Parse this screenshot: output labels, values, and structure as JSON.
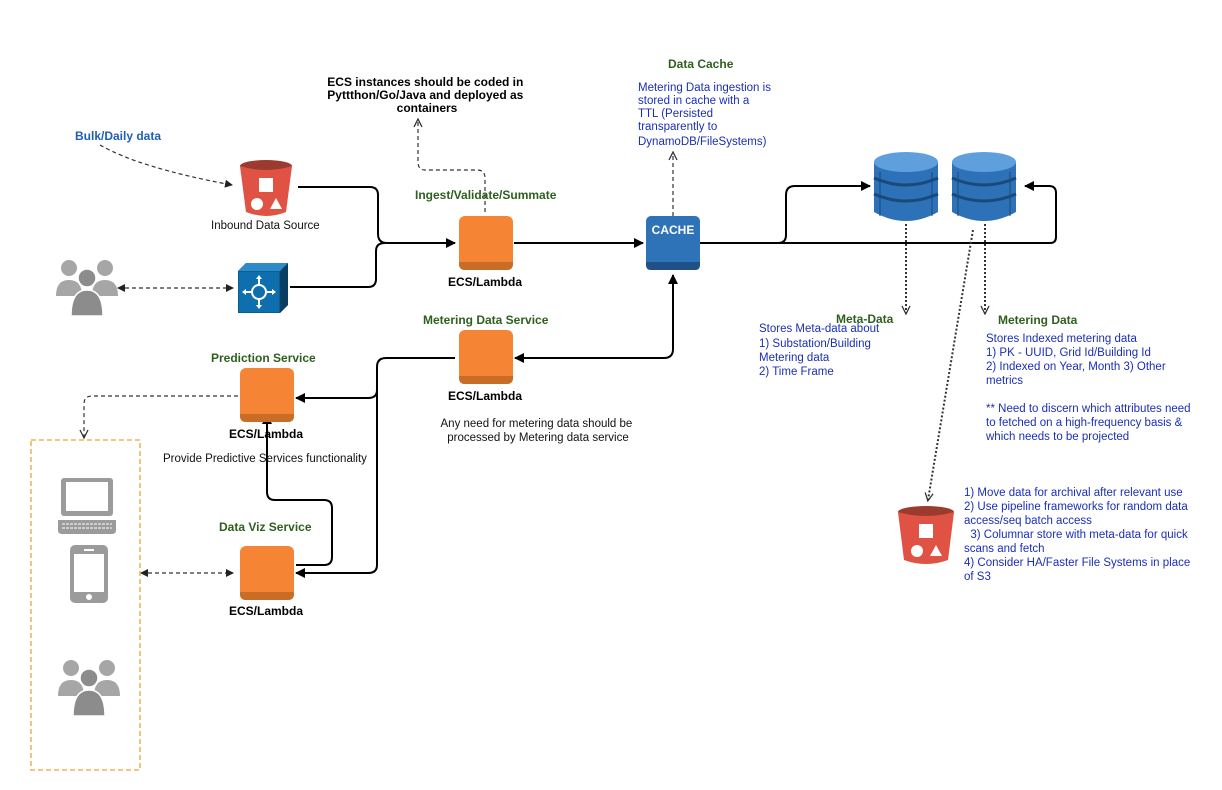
{
  "labels": {
    "bulk_daily": "Bulk/Daily data",
    "inbound": "Inbound Data Source",
    "ecs_note": [
      "ECS instances should be coded in",
      "Pyttthon/Go/Java and deployed as",
      "containers"
    ],
    "ingest_title": "Ingest/Validate/Summate",
    "ecs_lambda": "ECS/Lambda",
    "data_cache_title": "Data Cache",
    "data_cache_desc": [
      "Metering Data ingestion is",
      "stored in cache with a",
      "TTL (Persisted",
      "transparently to",
      "DynamoDB/FileSystems)"
    ],
    "cache_box": "CACHE",
    "metering_service_title": "Metering Data Service",
    "metering_service_note": [
      "Any need for metering data should be",
      "processed by Metering data service"
    ],
    "prediction_title": "Prediction Service",
    "prediction_note": "Provide Predictive Services functionality",
    "dataviz_title": "Data Viz Service",
    "meta_title": "Meta-Data",
    "meta_desc": [
      "Stores Meta-data about",
      "1) Substation/Building",
      "Metering data",
      "2) Time Frame"
    ],
    "metering_data_title": "Metering Data",
    "metering_data_desc": [
      "Stores Indexed metering data",
      "1) PK  - UUID, Grid Id/Building Id",
      "2) Indexed on Year, Month 3) Other",
      "metrics",
      "",
      "** Need to discern which attributes need",
      "to fetched on a high-frequency basis &",
      "which needs to be projected"
    ],
    "archive_desc": [
      "1) Move data for archival after relevant use",
      "2) Use pipeline frameworks for random data",
      "access/seq batch access",
      "  3) Columnar store with meta-data for quick",
      "scans and fetch",
      "4) Consider HA/Faster File Systems in place",
      "of S3"
    ]
  },
  "icons": {
    "s3": "s3-bucket-icon",
    "router": "router-icon",
    "users": "users-group-icon",
    "ecs": "ecs-lambda-icon",
    "cache": "elasticache-icon",
    "dynamodb": "dynamodb-icon",
    "laptop": "laptop-icon",
    "mobile": "mobile-phone-icon"
  },
  "colors": {
    "ecs_orange": "#f58534",
    "s3_red": "#e05243",
    "cache_blue": "#2e73b8",
    "dynamo_blue": "#2d72b8",
    "router_blue": "#0a5e93",
    "users_gray": "#9b9b9b",
    "group_border": "#e8a33d",
    "title_green": "#2e5f1e",
    "text_blue": "#1a2fb5"
  }
}
